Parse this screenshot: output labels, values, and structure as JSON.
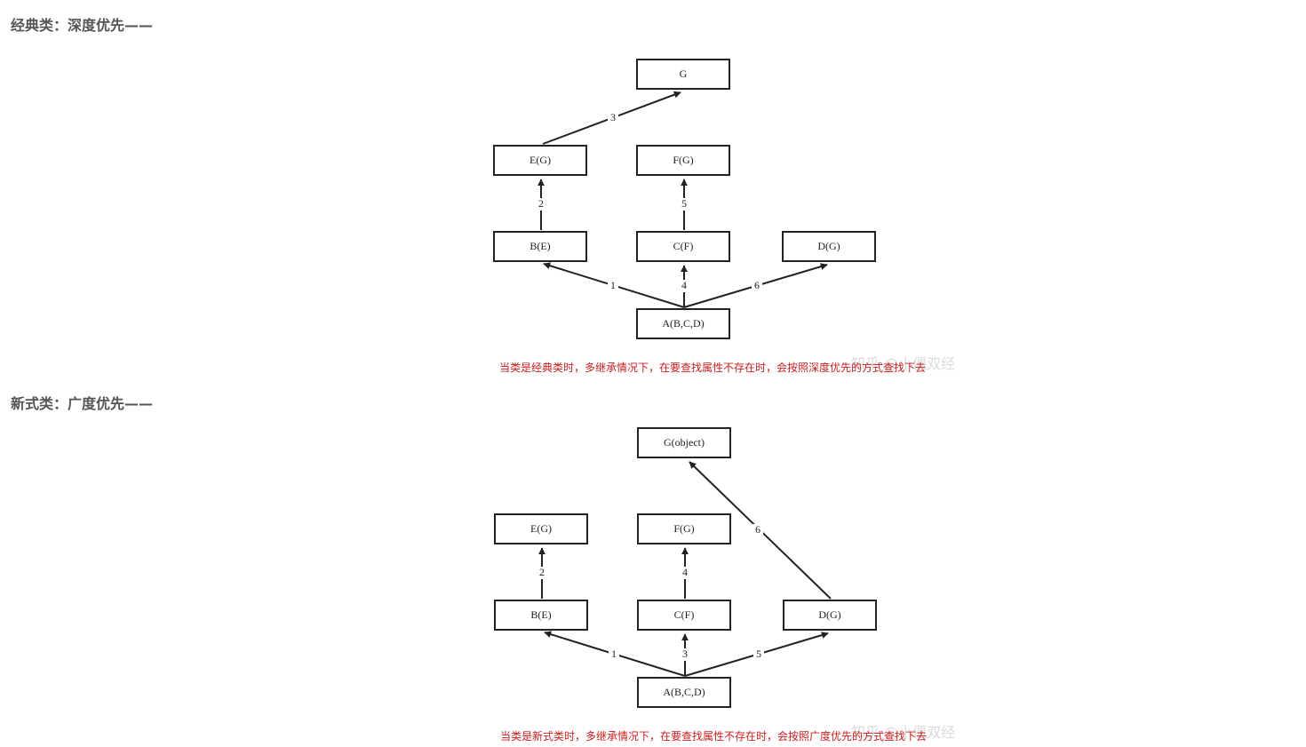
{
  "sections": [
    {
      "heading": "经典类：深度优先——",
      "nodes": {
        "G": "G",
        "E": "E(G)",
        "F": "F(G)",
        "B": "B(E)",
        "C": "C(F)",
        "D": "D(G)",
        "A": "A(B,C,D)"
      },
      "edges": [
        {
          "from": "A",
          "to": "B",
          "label": "1"
        },
        {
          "from": "B",
          "to": "E",
          "label": "2"
        },
        {
          "from": "E",
          "to": "G",
          "label": "3"
        },
        {
          "from": "A",
          "to": "C",
          "label": "4"
        },
        {
          "from": "C",
          "to": "F",
          "label": "5"
        },
        {
          "from": "A",
          "to": "D",
          "label": "6"
        }
      ],
      "caption": "当类是经典类时，多继承情况下，在要查找属性不存在时，会按照深度优先的方式查找下去",
      "watermark": "知乎 @小僵双经"
    },
    {
      "heading": "新式类：广度优先——",
      "nodes": {
        "G": "G(object)",
        "E": "E(G)",
        "F": "F(G)",
        "B": "B(E)",
        "C": "C(F)",
        "D": "D(G)",
        "A": "A(B,C,D)"
      },
      "edges": [
        {
          "from": "A",
          "to": "B",
          "label": "1"
        },
        {
          "from": "B",
          "to": "E",
          "label": "2"
        },
        {
          "from": "A",
          "to": "C",
          "label": "3"
        },
        {
          "from": "C",
          "to": "F",
          "label": "4"
        },
        {
          "from": "A",
          "to": "D",
          "label": "5"
        },
        {
          "from": "D",
          "to": "G",
          "label": "6"
        }
      ],
      "caption": "当类是新式类时，多继承情况下，在要查找属性不存在时，会按照广度优先的方式查找下去",
      "watermark": "知乎 @小僵双经"
    }
  ]
}
